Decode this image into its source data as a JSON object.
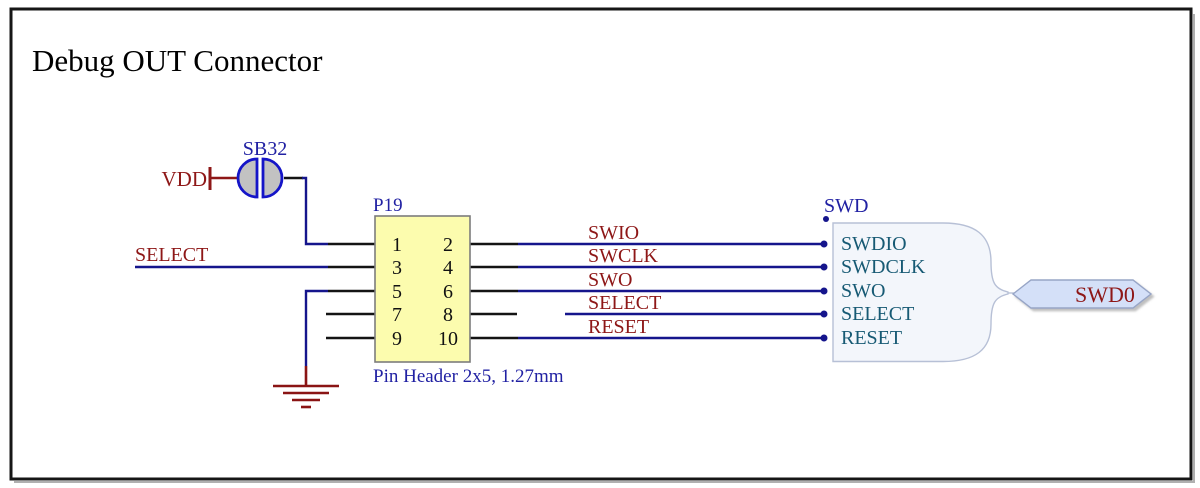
{
  "title": "Debug OUT Connector",
  "power_port": {
    "label": "VDD"
  },
  "solder_bridge": {
    "designator": "SB32"
  },
  "pin_header": {
    "designator": "P19",
    "description": "Pin Header 2x5, 1.27mm",
    "left_pins": [
      "1",
      "3",
      "5",
      "7",
      "9"
    ],
    "right_pins": [
      "2",
      "4",
      "6",
      "8",
      "10"
    ]
  },
  "net_labels": {
    "left_select": "SELECT",
    "right": [
      "SWIO",
      "SWCLK",
      "SWO",
      "SELECT",
      "RESET"
    ]
  },
  "harness": {
    "designator": "SWD",
    "entries": [
      "SWDIO",
      "SWDCLK",
      "SWO",
      "SELECT",
      "RESET"
    ]
  },
  "port": {
    "label": "SWD0"
  },
  "colors": {
    "wire_blue": "#15158c",
    "pin_stub_black": "#141414",
    "net_label_red": "#8e1717",
    "designator_blue": "#2121a3",
    "harness_entry_teal": "#175a74",
    "header_fill": "#fcfcae",
    "header_border": "#7c7c7c",
    "solder_bridge_fill": "#c2c2c2",
    "solder_bridge_stroke": "#1515c8",
    "harness_fill": "#f3f6fb",
    "harness_border": "#b7c0d6",
    "port_fill": "#d4e0f8",
    "port_border": "#97a5c6",
    "ground_red": "#8a1414"
  }
}
